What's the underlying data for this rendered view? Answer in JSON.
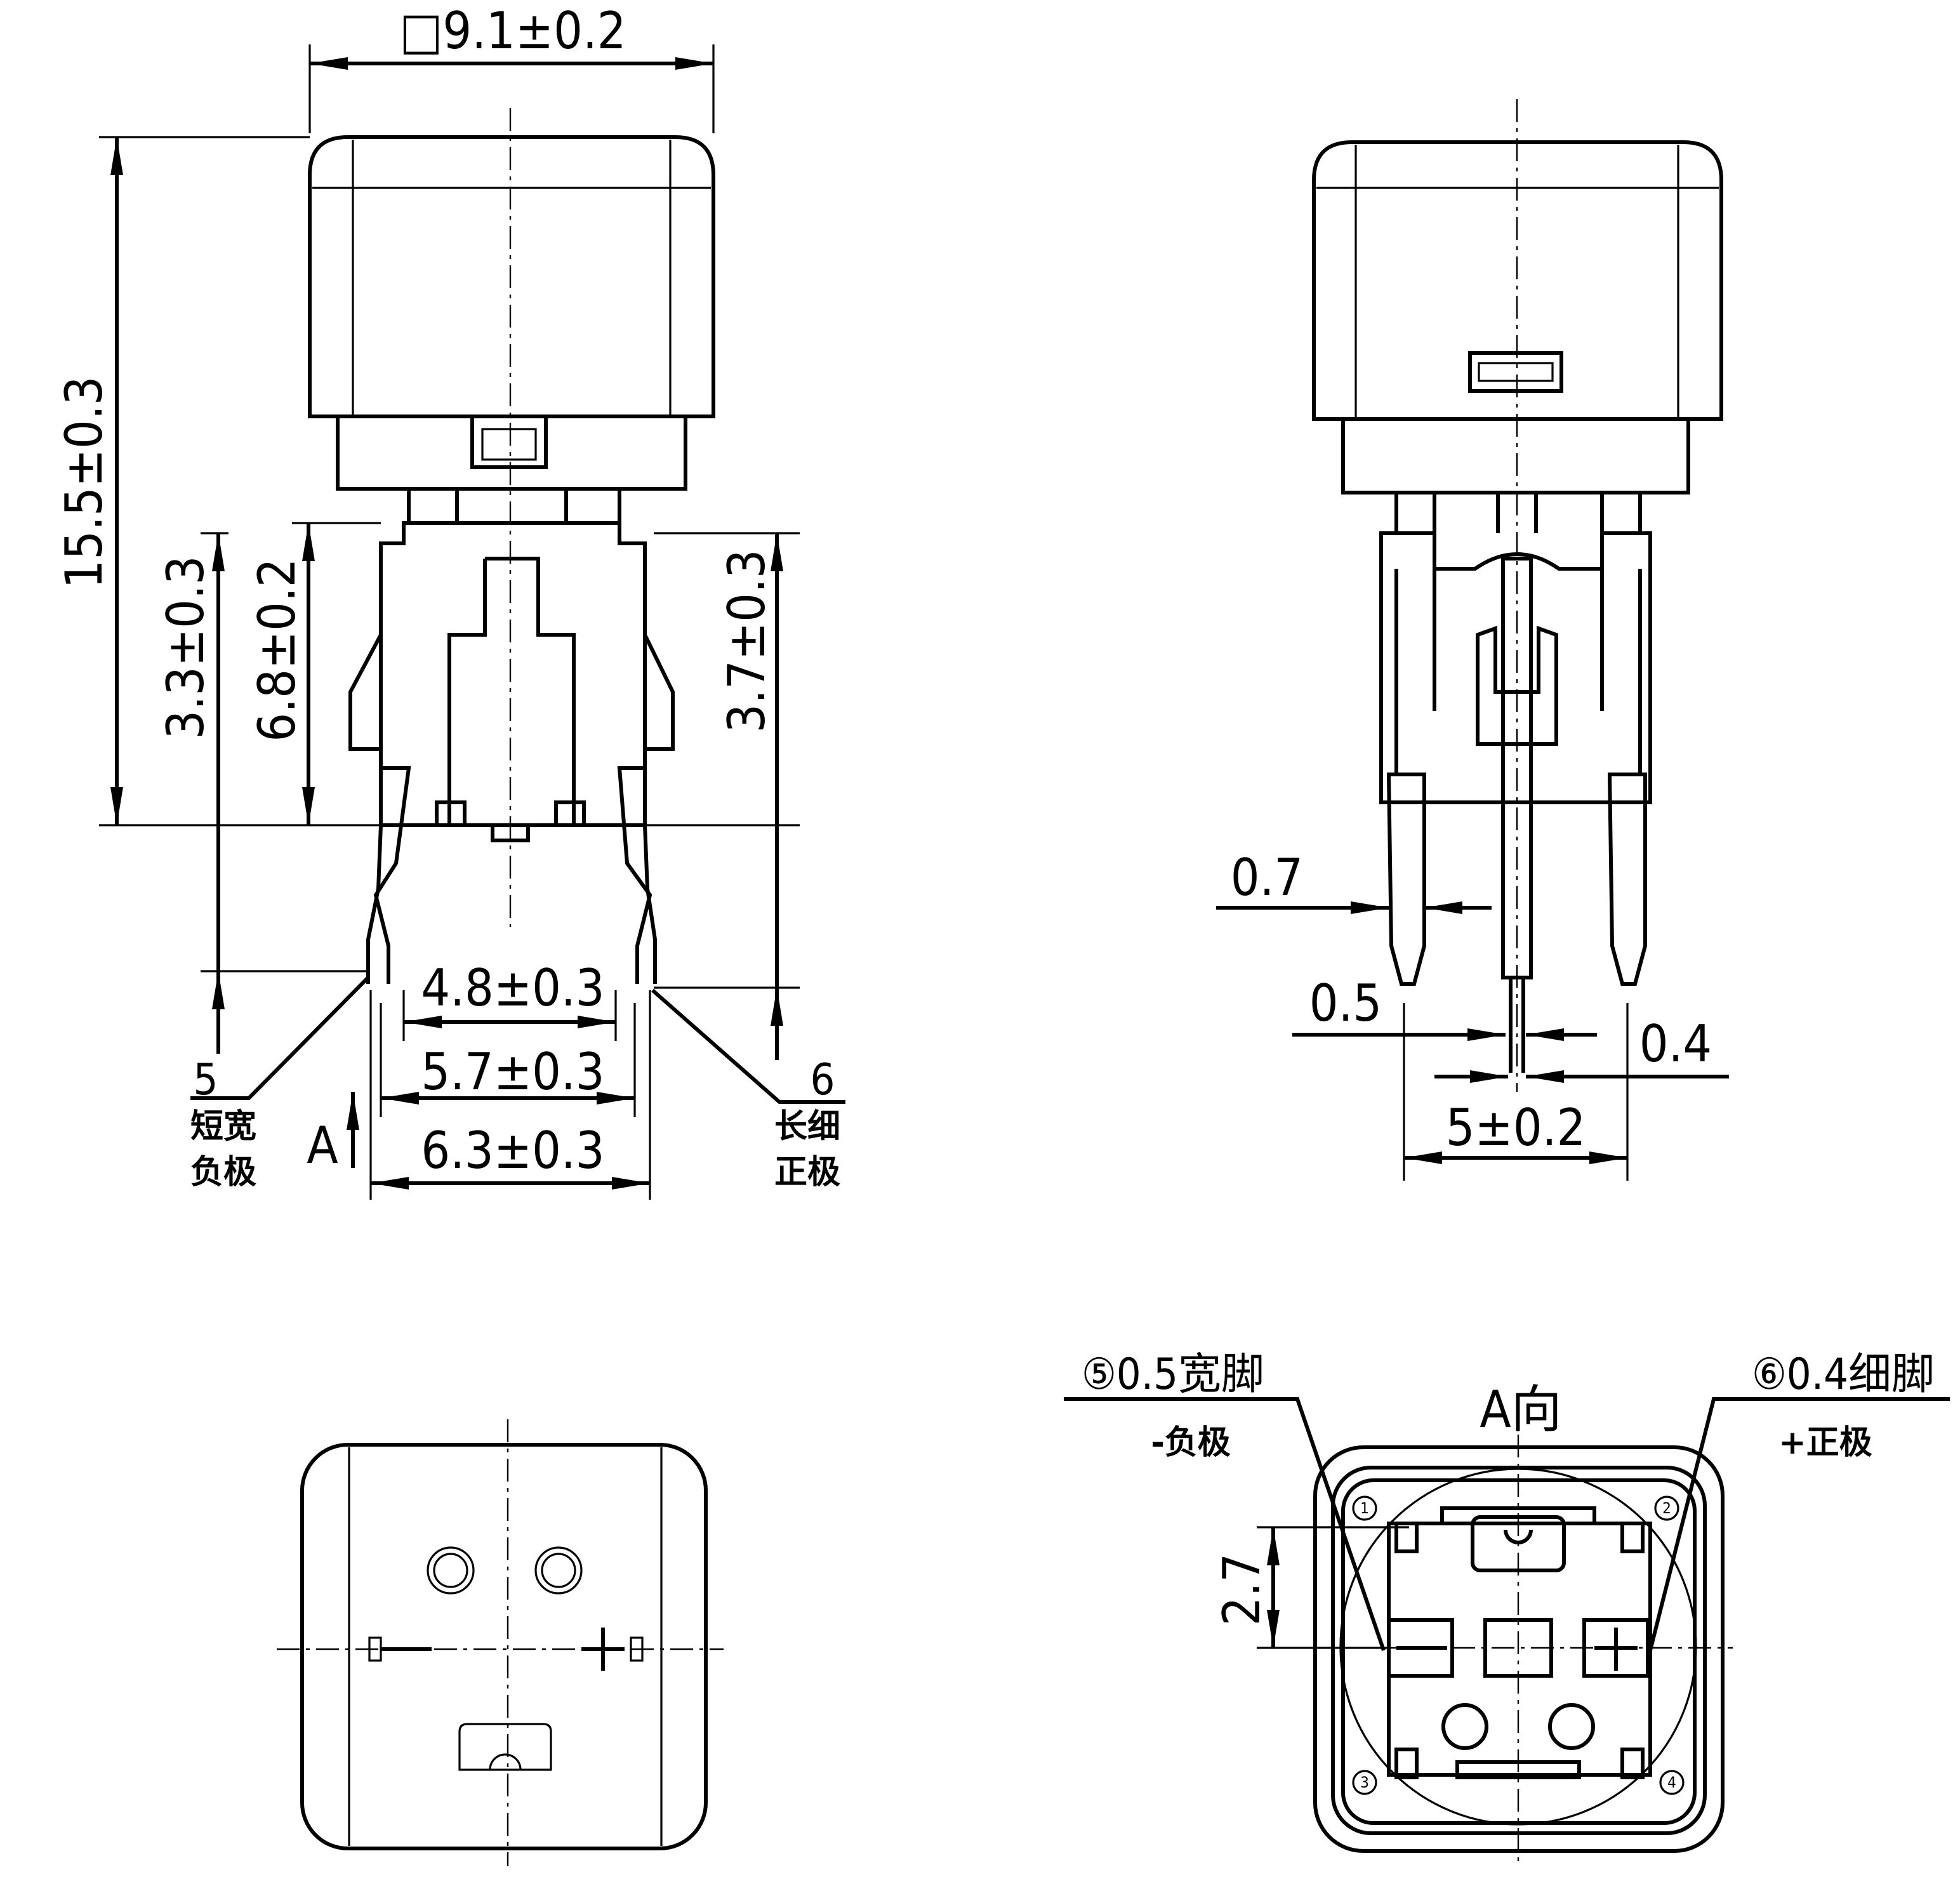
{
  "front_view": {
    "dim_width": "□9.1±0.2",
    "dim_height": "15.5±0.3",
    "dim_left_pin": "3.3±0.3",
    "dim_body": "6.8±0.2",
    "dim_right_pin": "3.7±0.3",
    "dim_inner": "4.8±0.3",
    "dim_mid": "5.7±0.3",
    "dim_outer": "6.3±0.3",
    "pin5_number": "5",
    "pin5_line1": "短宽",
    "pin5_line2": "负极",
    "pin6_number": "6",
    "pin6_line1": "长细",
    "pin6_line2": "正极",
    "view_arrow": "A"
  },
  "side_view": {
    "dim_a": "0.7",
    "dim_b": "0.5",
    "dim_c": "0.4",
    "dim_pitch": "5±0.2"
  },
  "bottom_view": {
    "title": "A向",
    "pin5_label": "⑤0.5宽脚",
    "pin5_polarity": "-负极",
    "pin6_label": "⑥0.4细脚",
    "pin6_polarity": "+正极",
    "dim_offset": "2.7",
    "pin_numbers": [
      "1",
      "2",
      "3",
      "4"
    ]
  }
}
